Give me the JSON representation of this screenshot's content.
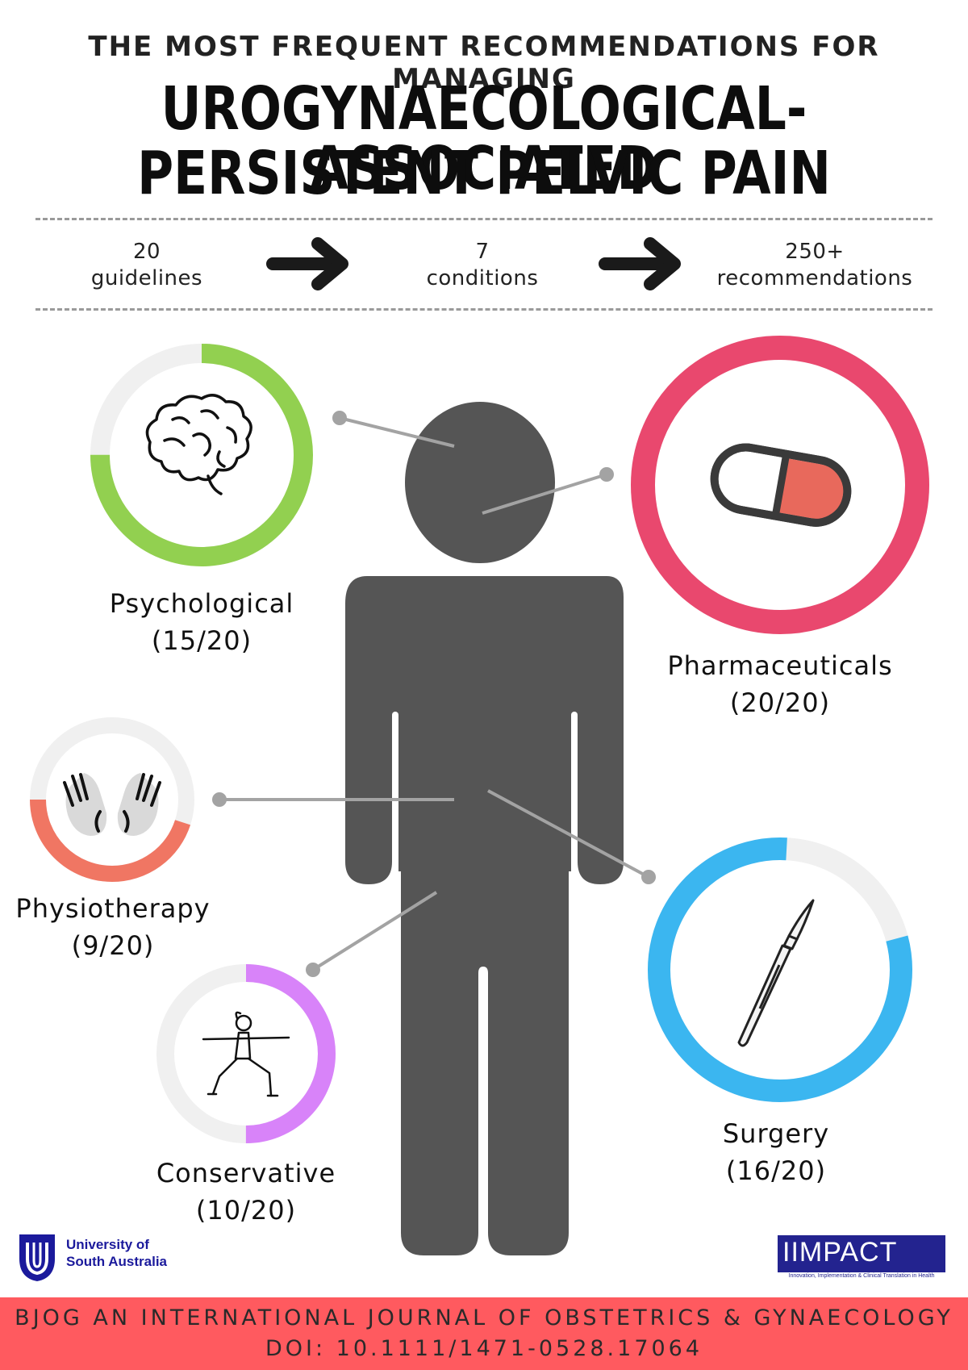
{
  "header": {
    "kicker": "THE MOST FREQUENT RECOMMENDATIONS FOR MANAGING",
    "title_line1": "UROGYNAECOLOGICAL-ASSOCIATED",
    "title_line2": "PERSISTENT PELVIC PAIN"
  },
  "flow": {
    "step1": {
      "number": "20",
      "unit": "guidelines"
    },
    "step2": {
      "number": "7",
      "unit": "conditions"
    },
    "step3": {
      "number": "250+",
      "unit": "recommendations"
    }
  },
  "categories": [
    {
      "key": "psychological",
      "name": "Psychological",
      "count": "(15/20)",
      "fraction": 0.75,
      "color": "#92d050",
      "icon": "brain-icon"
    },
    {
      "key": "pharmaceuticals",
      "name": "Pharmaceuticals",
      "count": "(20/20)",
      "fraction": 1.0,
      "color": "#e9486e",
      "icon": "pill-icon"
    },
    {
      "key": "physiotherapy",
      "name": "Physiotherapy",
      "count": "(9/20)",
      "fraction": 0.45,
      "color": "#f07663",
      "icon": "hands-icon"
    },
    {
      "key": "surgery",
      "name": "Surgery",
      "count": "(16/20)",
      "fraction": 0.8,
      "color": "#3bb6f0",
      "icon": "scalpel-icon"
    },
    {
      "key": "conservative",
      "name": "Conservative",
      "count": "(10/20)",
      "fraction": 0.5,
      "color": "#d883f9",
      "icon": "yoga-pose-icon"
    }
  ],
  "colors": {
    "track": "#f0f0f0",
    "figure": "#555555",
    "connector": "#a3a3a3",
    "footer": "#ff5a5f",
    "brand_blue": "#1b1a9c"
  },
  "logos": {
    "unisa_line1": "University of",
    "unisa_line2": "South Australia",
    "impact_word": "IIMPACT",
    "impact_tagline": "Innovation, Implementation & Clinical Translation in Health"
  },
  "footer": {
    "journal": "BJOG AN INTERNATIONAL JOURNAL OF OBSTETRICS & GYNAECOLOGY",
    "doi": "DOI: 10.1111/1471-0528.17064"
  }
}
